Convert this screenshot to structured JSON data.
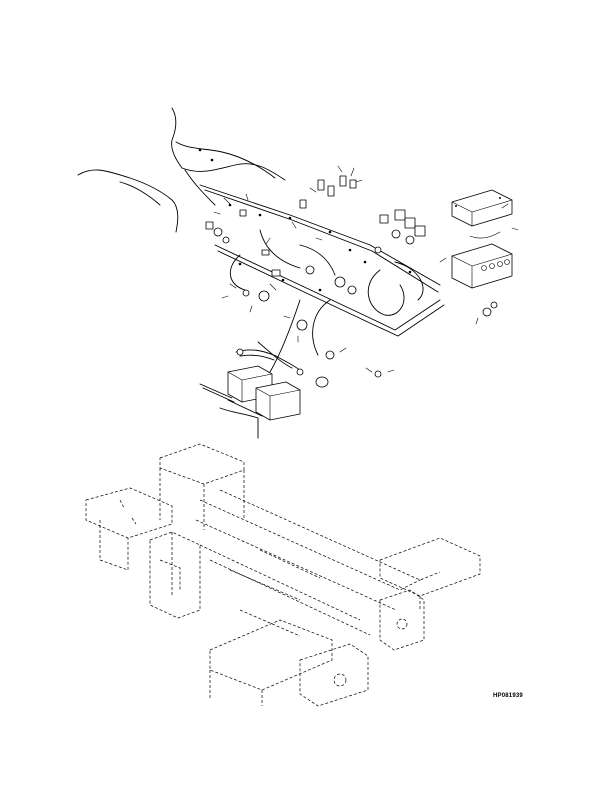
{
  "figure": {
    "id_label": "HP081939"
  },
  "components": [
    "wiring-harness",
    "control-box",
    "control-box-cover",
    "batteries",
    "battery-cables",
    "relays",
    "switches",
    "connectors",
    "machine-frame"
  ]
}
